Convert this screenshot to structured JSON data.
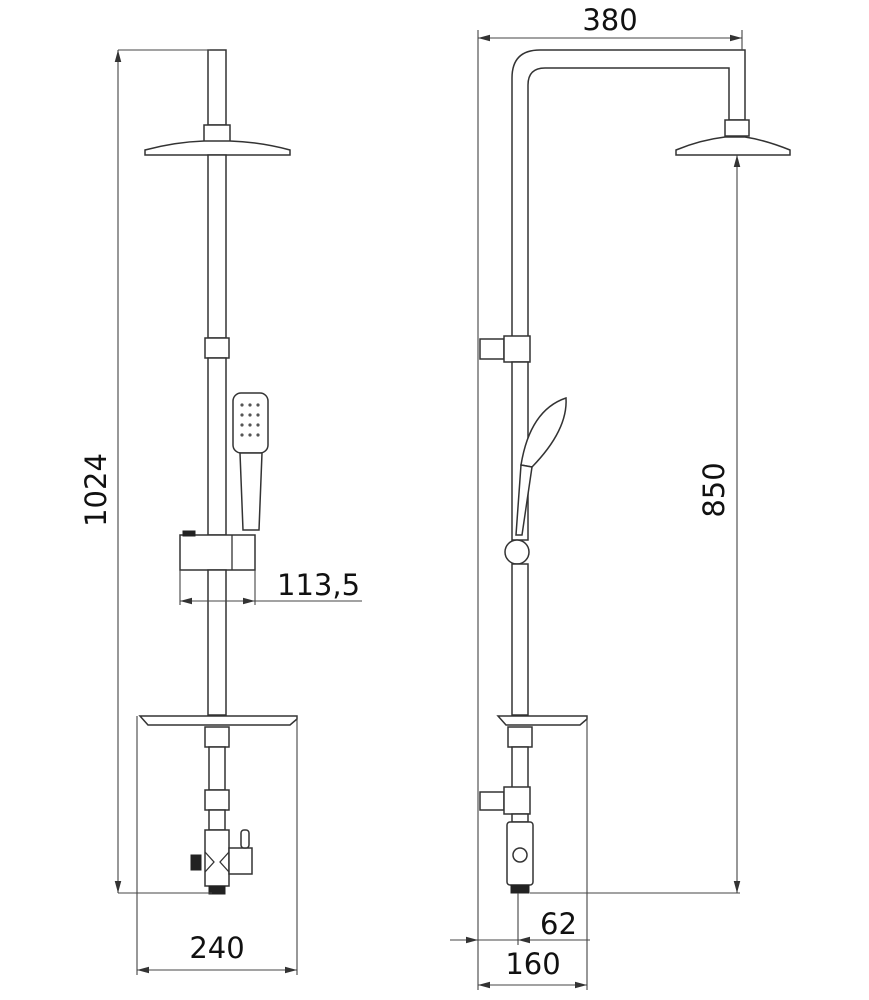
{
  "drawing": {
    "front_view": {
      "total_height": "1024",
      "slider_width": "113,5",
      "shelf_width": "240"
    },
    "side_view": {
      "arm_reach": "380",
      "head_height": "850",
      "inlet_offset": "62",
      "shelf_depth": "160"
    },
    "line_color": "#333333"
  }
}
